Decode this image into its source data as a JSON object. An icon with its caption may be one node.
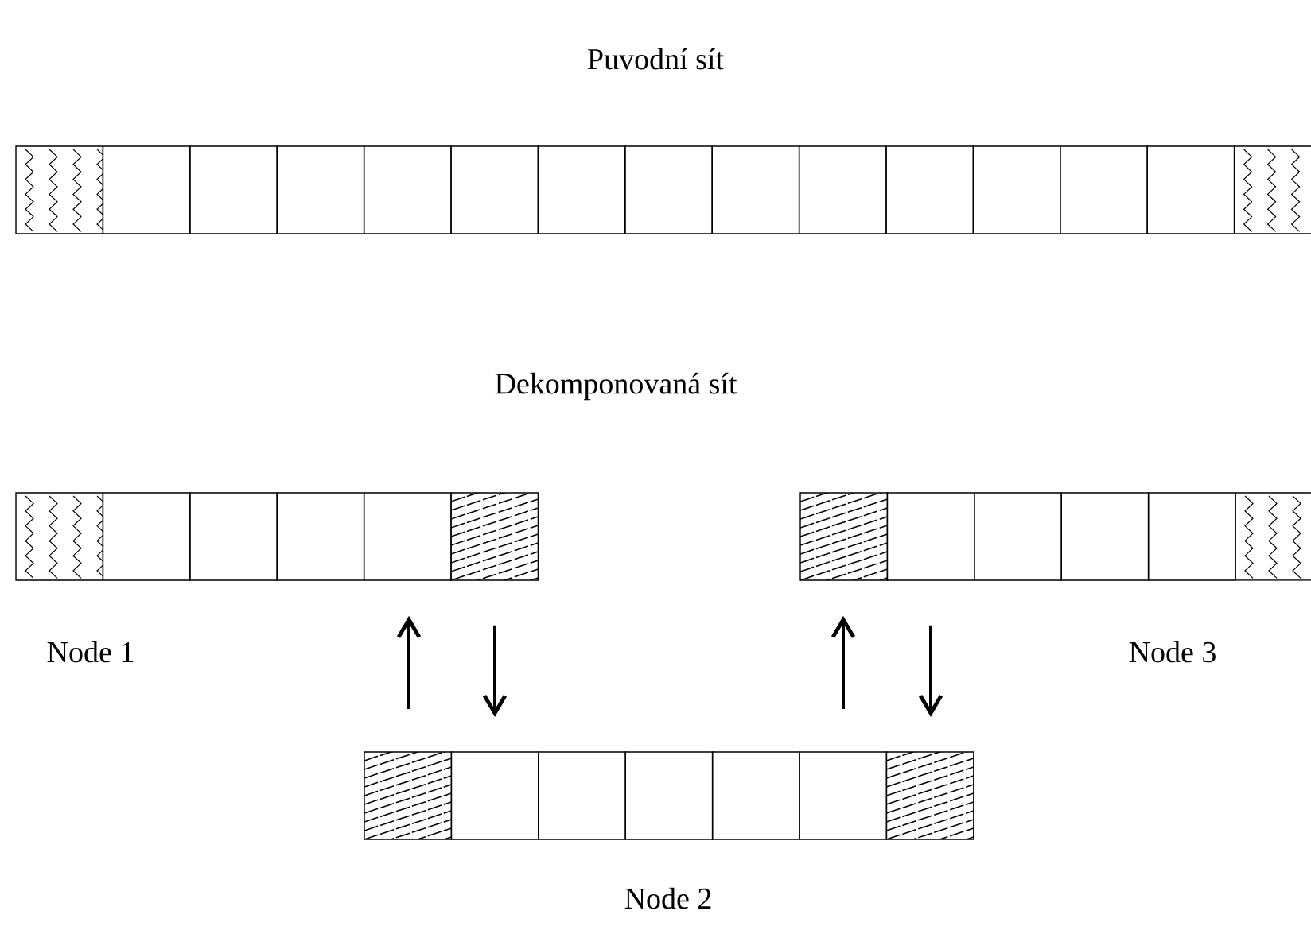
{
  "diagram": {
    "nodes": [
      {
        "text": [],
        "shape": "bar"
      },
      {
        "text": [],
        "shape": "bar",
        "beside": [
          "Node 1"
        ]
      },
      {
        "text": [],
        "shape": "bar",
        "beside": [
          "Node 2"
        ]
      },
      {
        "text": [],
        "shape": "bar",
        "beside": [
          "Node 3"
        ]
      }
    ],
    "edges": [
      {
        "from": 2,
        "to": 1,
        "arrow": "to"
      },
      {
        "from": 1,
        "to": 2,
        "arrow": "to"
      },
      {
        "from": 2,
        "to": 3,
        "arrow": "to"
      },
      {
        "from": 3,
        "to": 2,
        "arrow": "to"
      }
    ],
    "labels": [
      "Puvodní sít",
      "Dekomponovaná sít"
    ]
  }
}
